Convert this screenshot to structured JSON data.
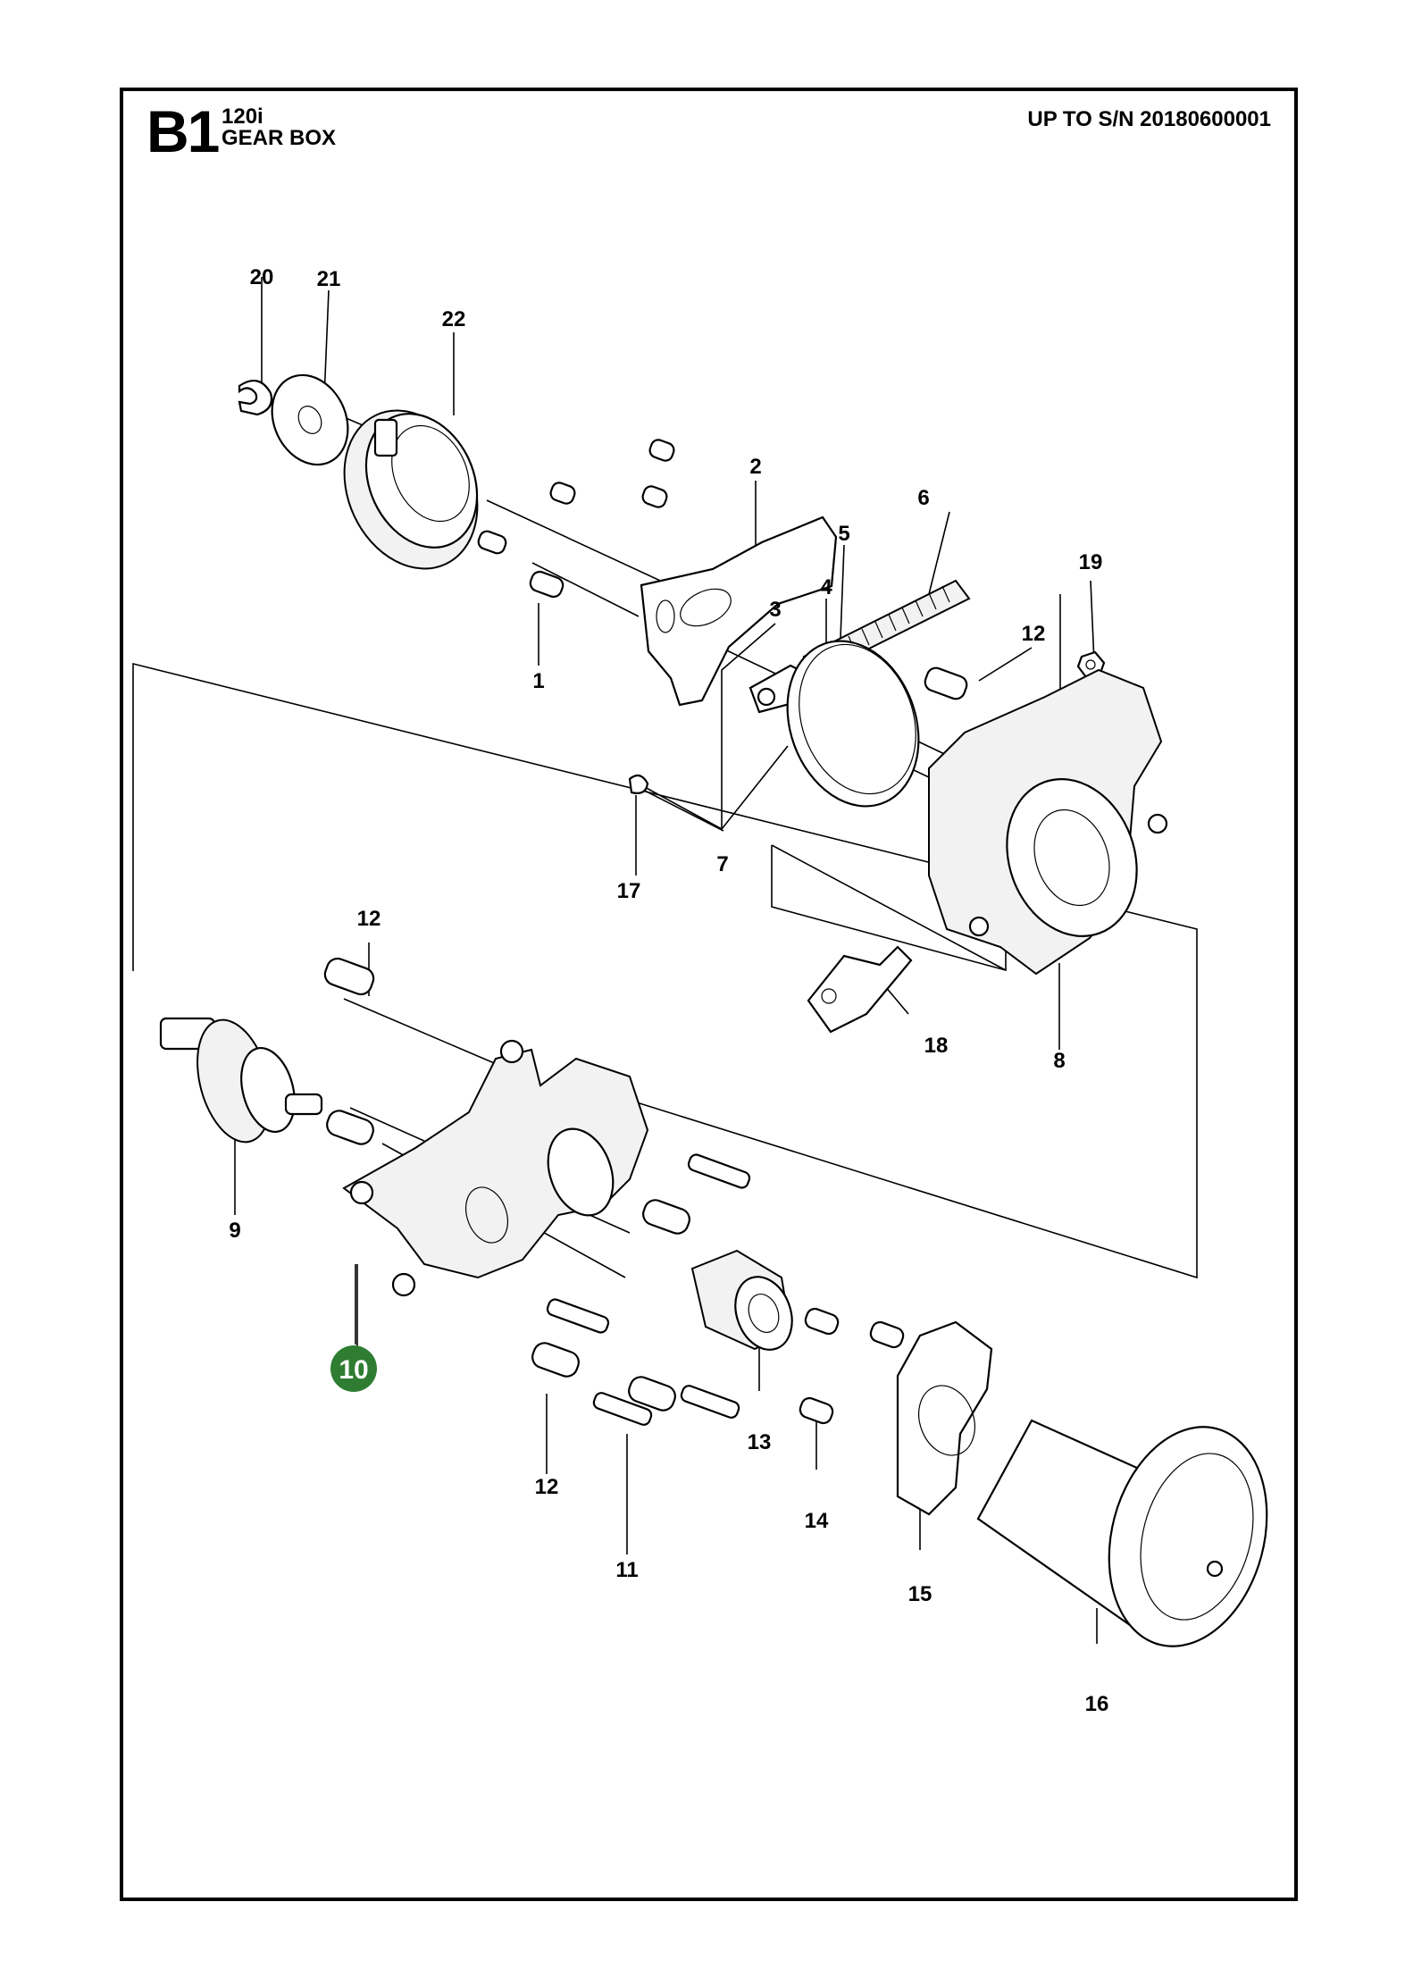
{
  "header": {
    "section_code": "B1",
    "model": "120i",
    "title": "GEAR BOX",
    "serial_note": "UP TO S/N 20180600001"
  },
  "callouts": [
    {
      "id": "1",
      "label": "1"
    },
    {
      "id": "2",
      "label": "2"
    },
    {
      "id": "3",
      "label": "3"
    },
    {
      "id": "4",
      "label": "4"
    },
    {
      "id": "5",
      "label": "5"
    },
    {
      "id": "6",
      "label": "6"
    },
    {
      "id": "7",
      "label": "7"
    },
    {
      "id": "8",
      "label": "8"
    },
    {
      "id": "9",
      "label": "9"
    },
    {
      "id": "10",
      "label": "10",
      "highlighted": true
    },
    {
      "id": "11",
      "label": "11"
    },
    {
      "id": "12a",
      "label": "12"
    },
    {
      "id": "12b",
      "label": "12"
    },
    {
      "id": "12c",
      "label": "12"
    },
    {
      "id": "13",
      "label": "13"
    },
    {
      "id": "14",
      "label": "14"
    },
    {
      "id": "15",
      "label": "15"
    },
    {
      "id": "16",
      "label": "16"
    },
    {
      "id": "17",
      "label": "17"
    },
    {
      "id": "18",
      "label": "18"
    },
    {
      "id": "19",
      "label": "19"
    },
    {
      "id": "20",
      "label": "20"
    },
    {
      "id": "21",
      "label": "21"
    },
    {
      "id": "22",
      "label": "22"
    }
  ],
  "colors": {
    "highlight": "#2e7d32",
    "line": "#000000",
    "background": "#ffffff"
  }
}
